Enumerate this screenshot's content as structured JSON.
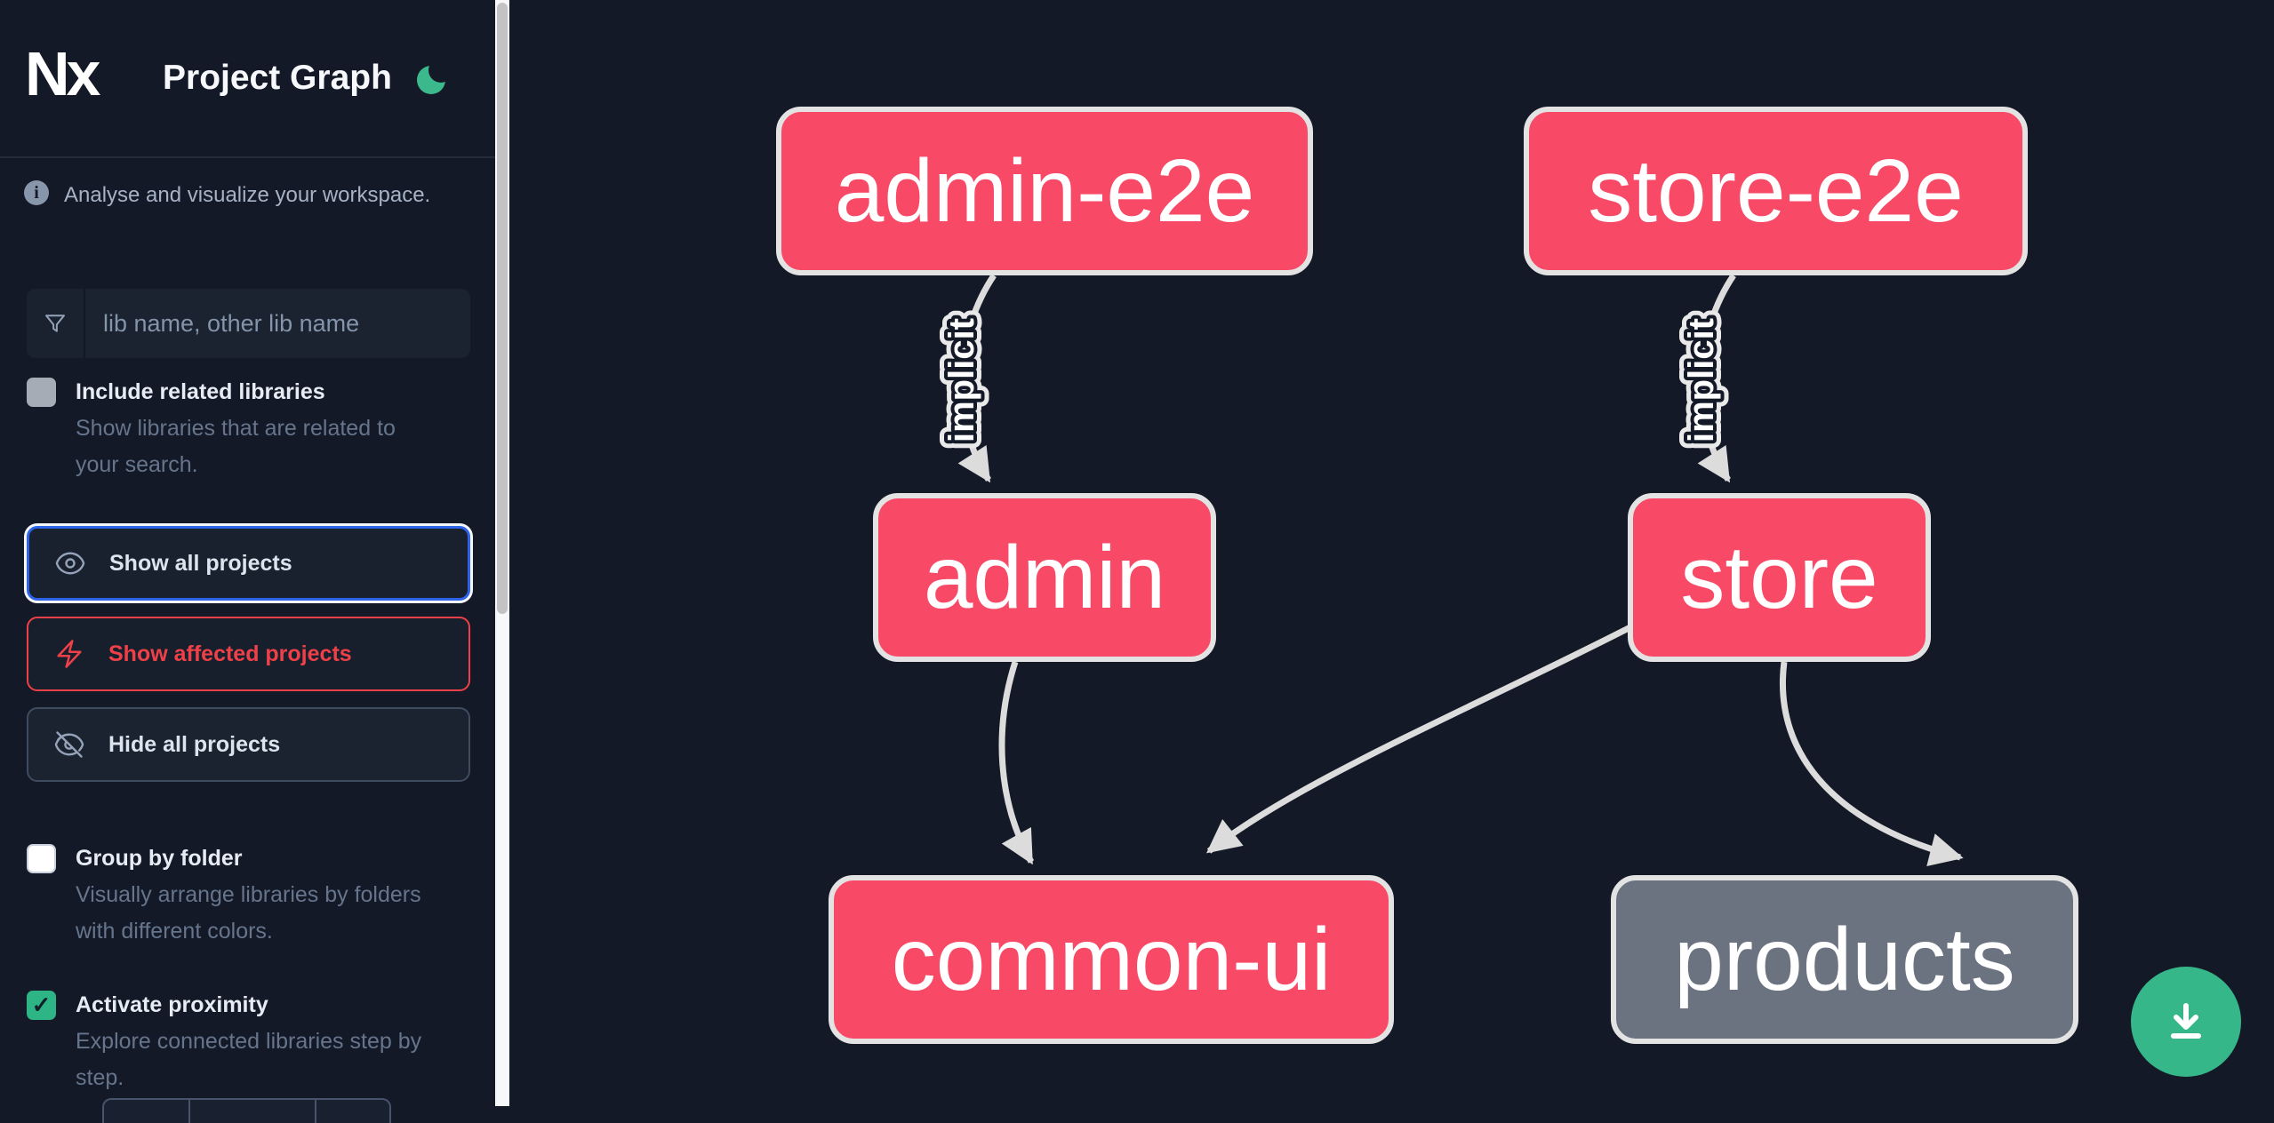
{
  "header": {
    "logo_text": "Nx",
    "title": "Project Graph",
    "theme_icon": "moon-icon",
    "theme_color": "#3cb98c"
  },
  "sidebar": {
    "tagline": "Analyse and visualize your workspace.",
    "search_placeholder": "lib name, other lib name",
    "buttons": [
      {
        "label": "Show all projects",
        "icon": "eye-icon",
        "state": "focused"
      },
      {
        "label": "Show affected projects",
        "icon": "bolt-icon",
        "variant": "affected",
        "color": "#ee4048"
      },
      {
        "label": "Hide all projects",
        "icon": "eye-slash-icon"
      }
    ],
    "checkboxes": [
      {
        "label": "Include related libraries",
        "description": "Show libraries that are related to your search.",
        "checked": false,
        "disabled": true
      },
      {
        "label": "Group by folder",
        "description": "Visually arrange libraries by folders with different colors.",
        "checked": false
      },
      {
        "label": "Activate proximity",
        "description": "Explore connected libraries step by step.",
        "checked": true,
        "checkmark": "✓"
      }
    ]
  },
  "graph": {
    "nodes": [
      {
        "id": "admin-e2e",
        "label": "admin-e2e",
        "type": "app",
        "color": "#f84a67"
      },
      {
        "id": "store-e2e",
        "label": "store-e2e",
        "type": "app",
        "color": "#f84a67"
      },
      {
        "id": "admin",
        "label": "admin",
        "type": "app",
        "color": "#f84a67"
      },
      {
        "id": "store",
        "label": "store",
        "type": "app",
        "color": "#f84a67"
      },
      {
        "id": "common-ui",
        "label": "common-ui",
        "type": "app",
        "color": "#f84a67"
      },
      {
        "id": "products",
        "label": "products",
        "type": "lib",
        "color": "#6b7280"
      }
    ],
    "edges": [
      {
        "from": "admin-e2e",
        "to": "admin",
        "label": "implicit"
      },
      {
        "from": "store-e2e",
        "to": "store",
        "label": "implicit"
      },
      {
        "from": "admin",
        "to": "common-ui",
        "label": ""
      },
      {
        "from": "store",
        "to": "common-ui",
        "label": ""
      },
      {
        "from": "store",
        "to": "products",
        "label": ""
      }
    ],
    "edge_color": "#dcdcdc",
    "node_border_color": "#e3e3e3"
  },
  "fab": {
    "icon": "download-icon",
    "color": "#35b789"
  },
  "colors": {
    "background": "#141927",
    "accent_green": "#2eb585",
    "focus_blue": "#2c63e8",
    "affected_red": "#ee4048"
  }
}
